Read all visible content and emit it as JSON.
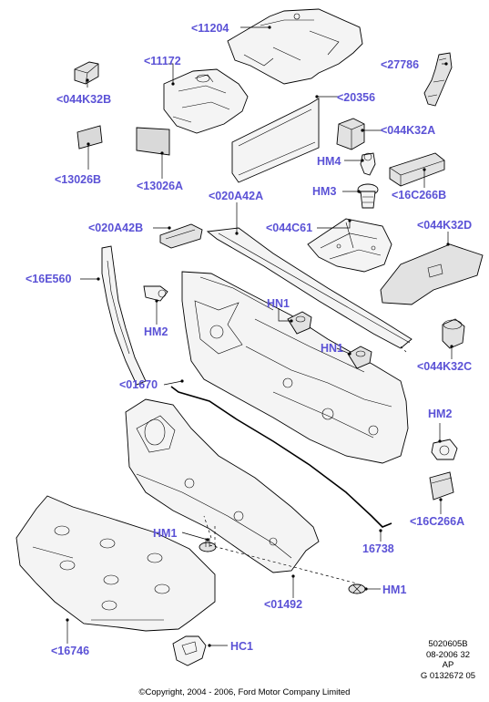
{
  "callouts": {
    "p11204": "<11204",
    "p11172": "<11172",
    "p27786": "<27786",
    "p044K32B": "<044K32B",
    "p20356": "<20356",
    "p044K32A": "<044K32A",
    "hm4": "HM4",
    "hm3": "HM3",
    "p13026B": "<13026B",
    "p13026A": "<13026A",
    "p16C266B": "<16C266B",
    "p020A42A": "<020A42A",
    "p020A42B": "<020A42B",
    "p044C61": "<044C61",
    "p044K32D": "<044K32D",
    "p16E560": "<16E560",
    "hn1_top": "HN1",
    "hm2_left": "HM2",
    "hn1_mid": "HN1",
    "p044K32C": "<044K32C",
    "p01670": "<01670",
    "hm2_right": "HM2",
    "p16C266A": "<16C266A",
    "hm1_left": "HM1",
    "p16738": "16738",
    "hm1_right": "HM1",
    "p01492": "<01492",
    "p16746": "<16746",
    "hc1": "HC1"
  },
  "reference": {
    "line1": "5020605B",
    "line2": "08-2006 32",
    "line3": "AP",
    "line4": "G 0132672 05"
  },
  "copyright": "©Copyright, 2004 - 2006, Ford Motor Company Limited",
  "colors": {
    "callout": "#5b52d6",
    "line": "#000000",
    "part_fill": "#f4f4f4"
  }
}
